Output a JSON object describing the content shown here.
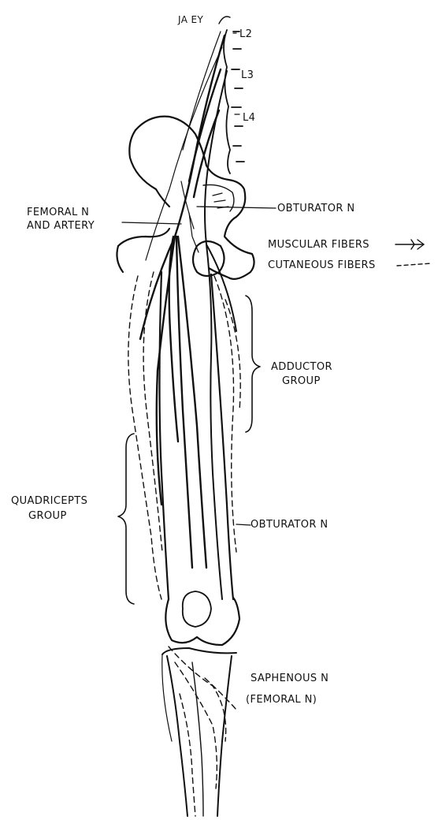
{
  "artist_signature": "JA EY",
  "vertebrae": {
    "l2": "L2",
    "l3": "L3",
    "l4": "L4"
  },
  "labels": {
    "obturator_n_upper": "OBTURATOR N",
    "femoral_n_line1": "FEMORAL N",
    "femoral_n_line2": "AND ARTERY",
    "muscular_fibers": "MUSCULAR FIBERS",
    "cutaneous_fibers": "CUTANEOUS FIBERS",
    "adductor_line1": "ADDUCTOR",
    "adductor_line2": "GROUP",
    "quadriceps_line1": "QUADRICEPTS",
    "quadriceps_line2": "GROUP",
    "obturator_n_lower": "OBTURATOR N",
    "saphenous_line1": "SAPHENOUS N",
    "saphenous_line2": "(FEMORAL N)"
  }
}
